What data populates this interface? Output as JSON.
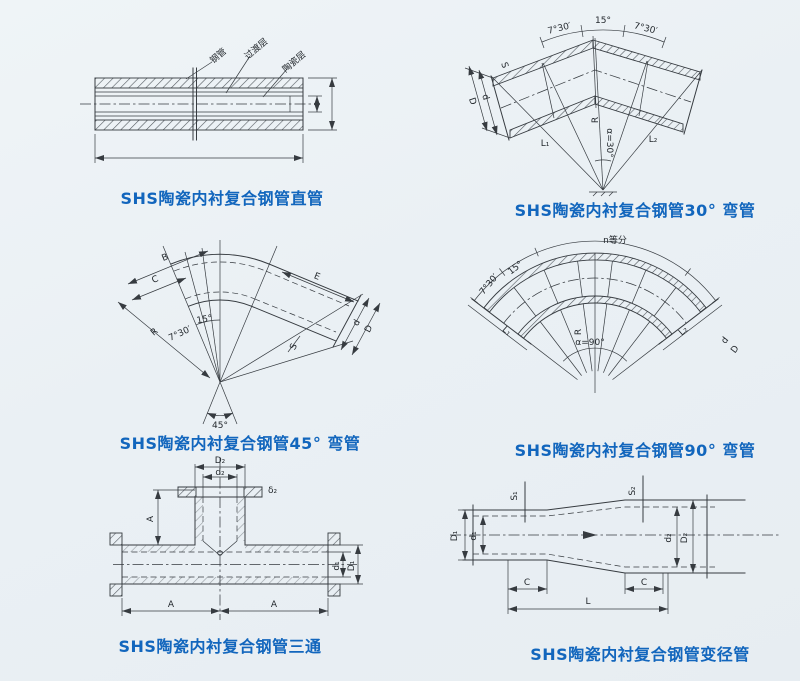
{
  "page": {
    "background": "#ecf1f5",
    "caption_color": "#1266bd",
    "line_color": "#363b40"
  },
  "straight": {
    "caption": "SHS陶瓷内衬复合钢管直管",
    "labels": {
      "steel": "钢管",
      "transition": "过渡层",
      "ceramic": "陶瓷层"
    }
  },
  "bend30": {
    "caption": "SHS陶瓷内衬复合钢管30° 弯管",
    "labels": {
      "a_left": "7°30′",
      "a_mid": "15°",
      "a_right": "7°30′",
      "s": "S",
      "d": "d",
      "big_d": "D",
      "l1": "L₁",
      "l2": "L₂",
      "r": "R",
      "alpha": "α=30°"
    }
  },
  "bend45": {
    "caption": "SHS陶瓷内衬复合钢管45° 弯管",
    "labels": {
      "b": "B",
      "c": "C",
      "e": "E",
      "s": "S",
      "d": "d",
      "big_d": "D",
      "r": "R",
      "a1": "7°30′",
      "a2": "15°",
      "alpha": "45°"
    }
  },
  "bend90": {
    "caption": "SHS陶瓷内衬复合钢管90° 弯管",
    "labels": {
      "ndiv": "n等分",
      "a1": "7°30′",
      "a2": "15°",
      "r": "R",
      "alpha": "α=90°",
      "l1": "L₁",
      "l2": "L₂",
      "d": "d",
      "big_d": "D"
    }
  },
  "tee": {
    "caption": "SHS陶瓷内衬复合钢管三通",
    "labels": {
      "d2_outer": "D₂",
      "d2_inner": "d₂",
      "a_height": "A",
      "a_left": "A",
      "a_right": "A",
      "d1_inner": "d₁",
      "d1_outer": "D₁",
      "delta2": "δ₂"
    }
  },
  "reducer": {
    "caption": "SHS陶瓷内衬复合钢管变径管",
    "labels": {
      "s1": "S₁",
      "s2": "S₂",
      "d1_outer": "D₁",
      "d1_inner": "d₁",
      "d2_inner": "d₂",
      "d2_outer": "D₂",
      "c_left": "C",
      "c_right": "C",
      "l": "L"
    }
  }
}
